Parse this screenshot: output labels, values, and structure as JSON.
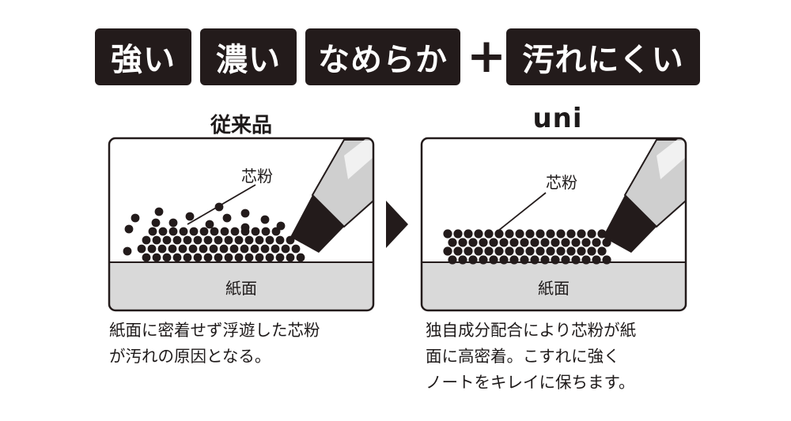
{
  "header": {
    "badges": [
      "強い",
      "濃い",
      "なめらか",
      "汚れにくい"
    ],
    "plus": "+"
  },
  "left_panel": {
    "title": "従来品",
    "label": "芯粉",
    "surface": "紙面",
    "caption_lines": [
      "紙面に密着せず浮遊した芯粉",
      "が汚れの原因となる。"
    ]
  },
  "right_panel": {
    "title": "uni",
    "label": "芯粉",
    "surface": "紙面",
    "caption_lines": [
      "独自成分配合により芯粉が紙",
      "面に高密着。こすれに強く",
      "ノートをキレイに保ちます。"
    ]
  },
  "colors": {
    "dark": "#231b1b",
    "surface_gray": "#d9d9d9",
    "pencil_light": "#cfcfcf"
  },
  "icons": {
    "arrow": "triangle-right-icon"
  }
}
